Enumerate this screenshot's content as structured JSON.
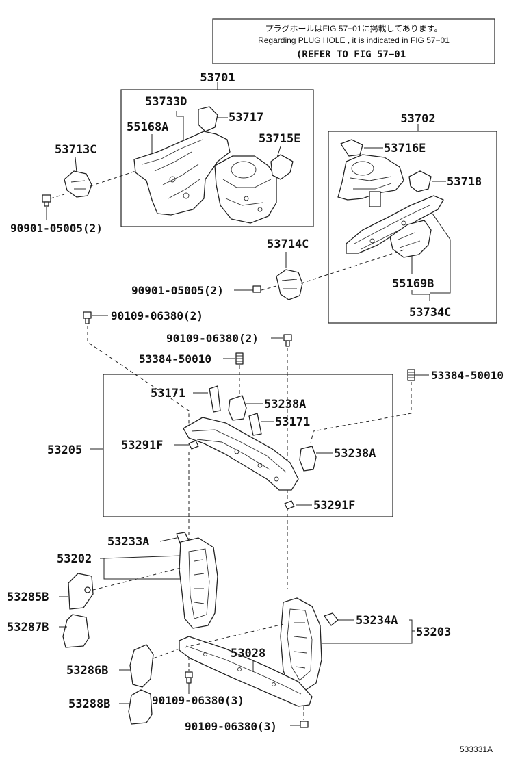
{
  "notice": {
    "line1": "プラグホールはFIG 57−01に掲載してあります。",
    "line2": "Regarding PLUG HOLE , it is indicated in FIG 57−01",
    "line3": "(REFER TO FIG 57−01"
  },
  "figure_id": "533331A",
  "parts": {
    "p53701": "53701",
    "p53733D": "53733D",
    "p53717": "53717",
    "p55168A": "55168A",
    "p53715E": "53715E",
    "p53713C": "53713C",
    "p90901_top": "90901-05005(2)",
    "p53702": "53702",
    "p53716E": "53716E",
    "p53718": "53718",
    "p53714C": "53714C",
    "p90901_mid": "90901-05005(2)",
    "p55169B": "55169B",
    "p53734C": "53734C",
    "p90109_a": "90109-06380(2)",
    "p90109_b": "90109-06380(2)",
    "p53384_a": "53384-50010",
    "p53384_b": "53384-50010",
    "p53171_a": "53171",
    "p53238A_a": "53238A",
    "p53171_b": "53171",
    "p53205": "53205",
    "p53291F_a": "53291F",
    "p53238A_b": "53238A",
    "p53291F_b": "53291F",
    "p53233A": "53233A",
    "p53202": "53202",
    "p53285B": "53285B",
    "p53287B": "53287B",
    "p53234A": "53234A",
    "p53203": "53203",
    "p53028": "53028",
    "p53286B": "53286B",
    "p90109_c": "90109-06380(3)",
    "p53288B": "53288B",
    "p90109_d": "90109-06380(3)"
  }
}
